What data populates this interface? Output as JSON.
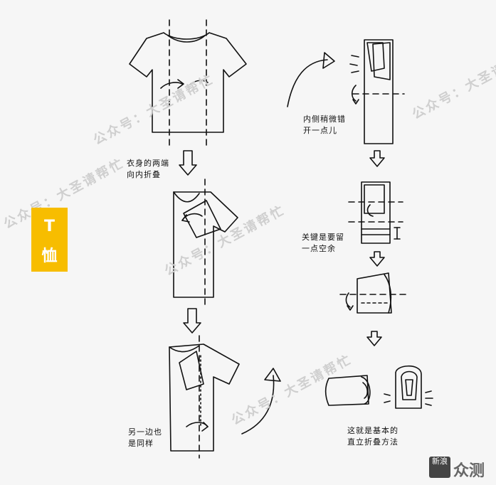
{
  "category_tag": {
    "line1": "T",
    "line2": "恤"
  },
  "watermark": {
    "text": "公众号：大圣请帮忙"
  },
  "steps": {
    "step1_note": [
      "衣身的两端",
      "向内折叠"
    ],
    "step3_note": [
      "另一边也",
      "是同样"
    ],
    "step4_note": [
      "内侧稍微错",
      "开一点儿"
    ],
    "step5_note": [
      "关键是要留",
      "一点空余"
    ],
    "step7_note": [
      "这就是基本的",
      "直立折叠方法"
    ]
  },
  "brand": {
    "logo": "新浪",
    "name": "众测"
  },
  "colors": {
    "tag_bg": "#f7bd00",
    "stroke": "#111111",
    "watermark": "#cfcfcf",
    "background": "#f6f6f6"
  }
}
